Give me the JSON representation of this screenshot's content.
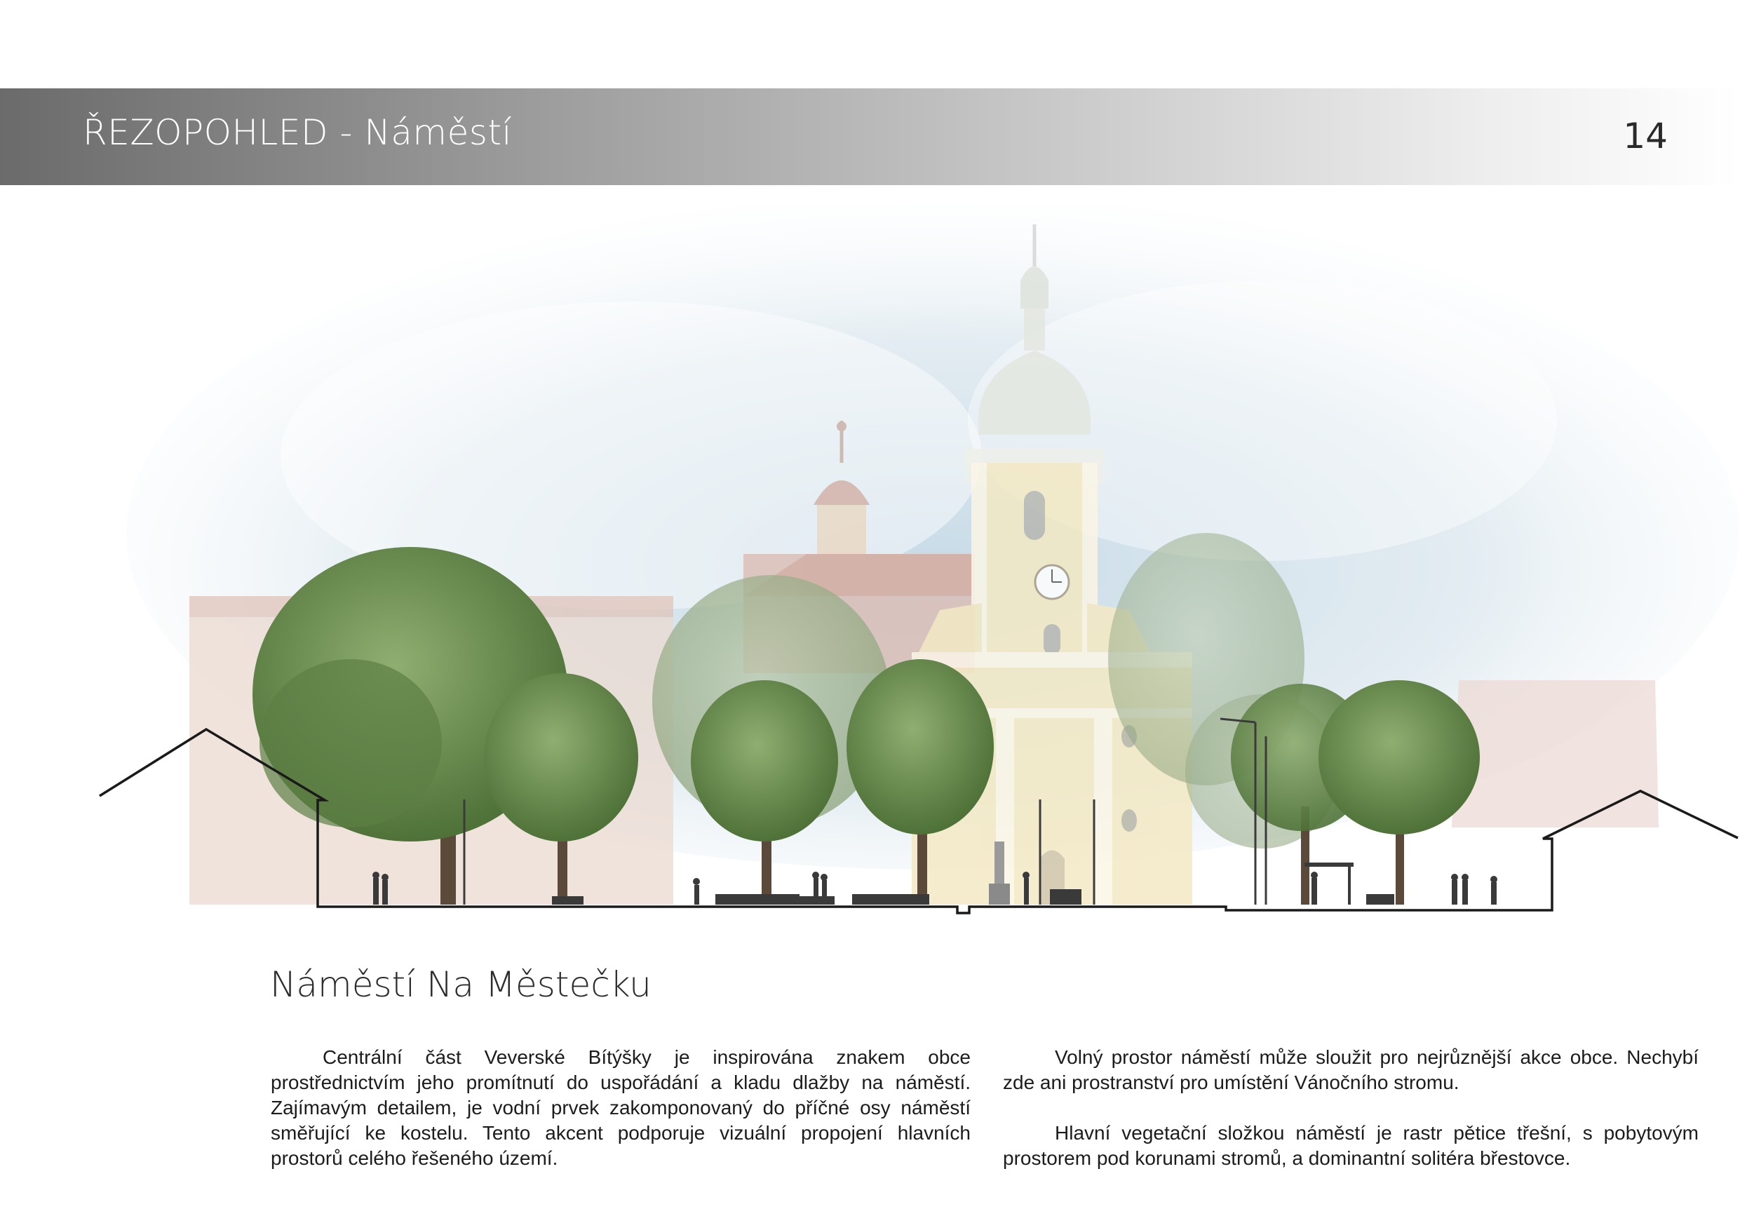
{
  "header": {
    "title": "ŘEZOPOHLED - Náměstí",
    "page_number": "14"
  },
  "section": {
    "heading": "Náměstí Na Městečku"
  },
  "body": {
    "left_paragraph": "Centrální část Veverské Bítýšky je inspirována znakem obce prostřednictvím jeho promítnutí do uspořádání a kladu dlažby na náměstí. Zajímavým detailem, je vodní prvek zakomponovaný do příčné osy náměstí směřující ke kostelu. Tento akcent podporuje vizuální propojení hlavních prostorů celého řešeného území.",
    "right_paragraph_1": "Volný prostor náměstí může sloužit pro nejrůznější akce obce. Nechybí zde ani prostranství pro umístění Vánočního stromu.",
    "right_paragraph_2": "Hlavní vegetační složkou náměstí je rastr pětice třešní, s pobytovým prostorem pod korunami stromů, a dominantní solitéra břestovce."
  },
  "colors": {
    "sky": "#cfe0ea",
    "church_facade": "#f3e9c4",
    "church_pilaster": "#fbf6e6",
    "roof": "#d8b6ae",
    "tree_green": "#5f8246",
    "tree_light": "#8fa97a",
    "ground_line": "#1a1a1a"
  }
}
